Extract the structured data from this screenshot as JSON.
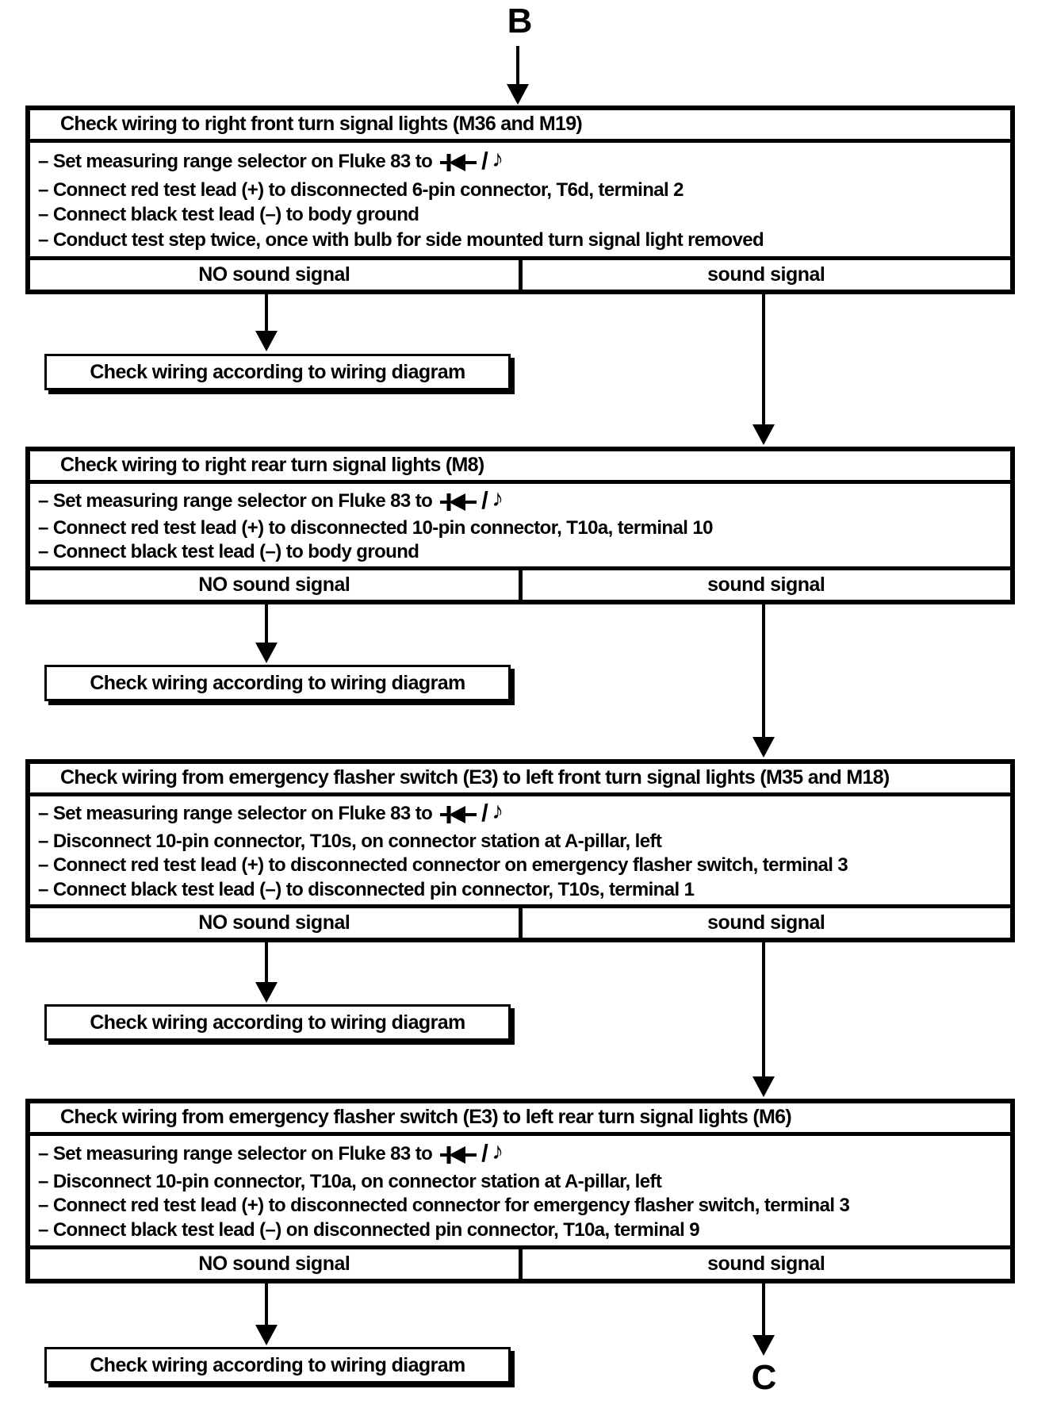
{
  "entry_label": "B",
  "exit_label": "C",
  "fluke": {
    "slash": "/",
    "note": "♪"
  },
  "outcome": {
    "no": "NO sound signal",
    "yes": "sound signal"
  },
  "wiring_note": "Check wiring according to wiring diagram",
  "blocks": [
    {
      "title": "Check wiring to right front turn signal lights (M36 and M19)",
      "steps": [
        "– Set measuring range selector on Fluke 83 to",
        "– Connect red test lead (+) to disconnected 6-pin connector, T6d, terminal 2",
        "– Connect black test lead (–) to body ground",
        "– Conduct test step twice, once with bulb for side mounted turn signal light removed"
      ]
    },
    {
      "title": "Check wiring to right rear turn signal lights (M8)",
      "steps": [
        "– Set measuring range selector on Fluke 83 to",
        "– Connect red test lead (+) to disconnected 10-pin connector, T10a, terminal 10",
        "– Connect black test lead (–) to body ground"
      ]
    },
    {
      "title": "Check wiring from emergency flasher switch (E3) to left front turn signal lights (M35 and M18)",
      "steps": [
        "– Set measuring range selector on Fluke 83 to",
        "– Disconnect 10-pin connector, T10s, on connector station at A-pillar, left",
        "– Connect red test lead (+) to disconnected connector on emergency flasher switch, terminal 3",
        "– Connect black test lead (–) to disconnected pin connector, T10s, terminal 1"
      ]
    },
    {
      "title": "Check wiring from emergency flasher switch (E3) to left rear turn signal lights (M6)",
      "steps": [
        "– Set measuring range selector on Fluke 83 to",
        "– Disconnect 10-pin connector, T10a, on connector station at A-pillar, left",
        "– Connect red test lead (+) to disconnected connector for emergency flasher switch, terminal 3",
        "– Connect black test lead (–) on disconnected pin connector, T10a, terminal 9"
      ]
    }
  ]
}
